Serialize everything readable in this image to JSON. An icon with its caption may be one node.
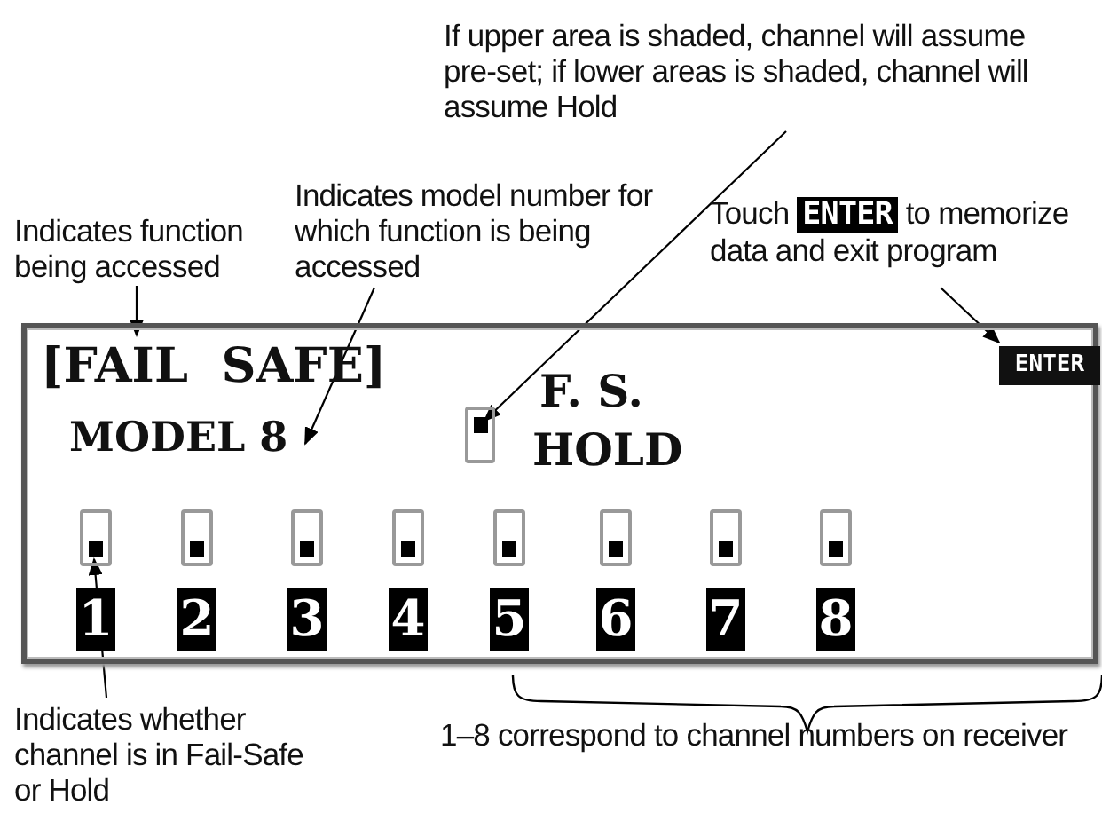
{
  "diagram": {
    "nodes": [
      {
        "text": [
          "Indicates function being accessed"
        ]
      },
      {
        "text": [
          "Indicates model number for which function is being accessed"
        ]
      },
      {
        "text": [
          "If upper area is shaded, channel will assume pre-set; if lower areas is shaded, channel will assume Hold"
        ]
      },
      {
        "text": [
          "Touch",
          "ENTER",
          "to memorize data and exit program"
        ]
      },
      {
        "text": [],
        "shape": "box"
      },
      {
        "text": [
          "[FAIL  SAFE]"
        ],
        "in": 4
      },
      {
        "text": [
          "MODEL 8"
        ],
        "in": 4
      },
      {
        "text": [],
        "shape": "box",
        "in": 4
      },
      {
        "text": [
          "ENTER"
        ],
        "in": 4
      },
      {
        "text": [],
        "shape": "box",
        "in": 4
      },
      {
        "text": [],
        "shape": "box",
        "in": 4
      },
      {
        "text": [],
        "shape": "box",
        "in": 4
      },
      {
        "text": [],
        "shape": "box",
        "in": 4
      },
      {
        "text": [],
        "shape": "box",
        "in": 4
      },
      {
        "text": [],
        "shape": "box",
        "in": 4
      },
      {
        "text": [],
        "shape": "box",
        "in": 4
      },
      {
        "text": [],
        "shape": "box",
        "in": 4
      },
      {
        "text": [
          "1"
        ],
        "in": 4
      },
      {
        "text": [
          "2"
        ],
        "in": 4
      },
      {
        "text": [
          "3"
        ],
        "in": 4
      },
      {
        "text": [
          "4"
        ],
        "in": 4
      },
      {
        "text": [
          "5"
        ],
        "in": 4
      },
      {
        "text": [
          "6"
        ],
        "in": 4
      },
      {
        "text": [
          "7"
        ],
        "in": 4
      },
      {
        "text": [
          "8"
        ],
        "in": 4
      },
      {
        "text": [
          "Indicates whether channel is in Fail-Safe or Hold"
        ]
      }
    ],
    "edges": [
      {
        "from": 0,
        "to": 5,
        "arrow": "to"
      },
      {
        "from": 1,
        "to": 6,
        "arrow": "to"
      },
      {
        "from": 2,
        "to": 7,
        "arrow": "to"
      },
      {
        "from": 3,
        "to": 8,
        "arrow": "to"
      },
      {
        "from": 25,
        "to": 9,
        "arrow": "to"
      }
    ],
    "labels": [
      "F. S.",
      "HOLD",
      "1–8 correspond to channel numbers on receiver"
    ]
  }
}
